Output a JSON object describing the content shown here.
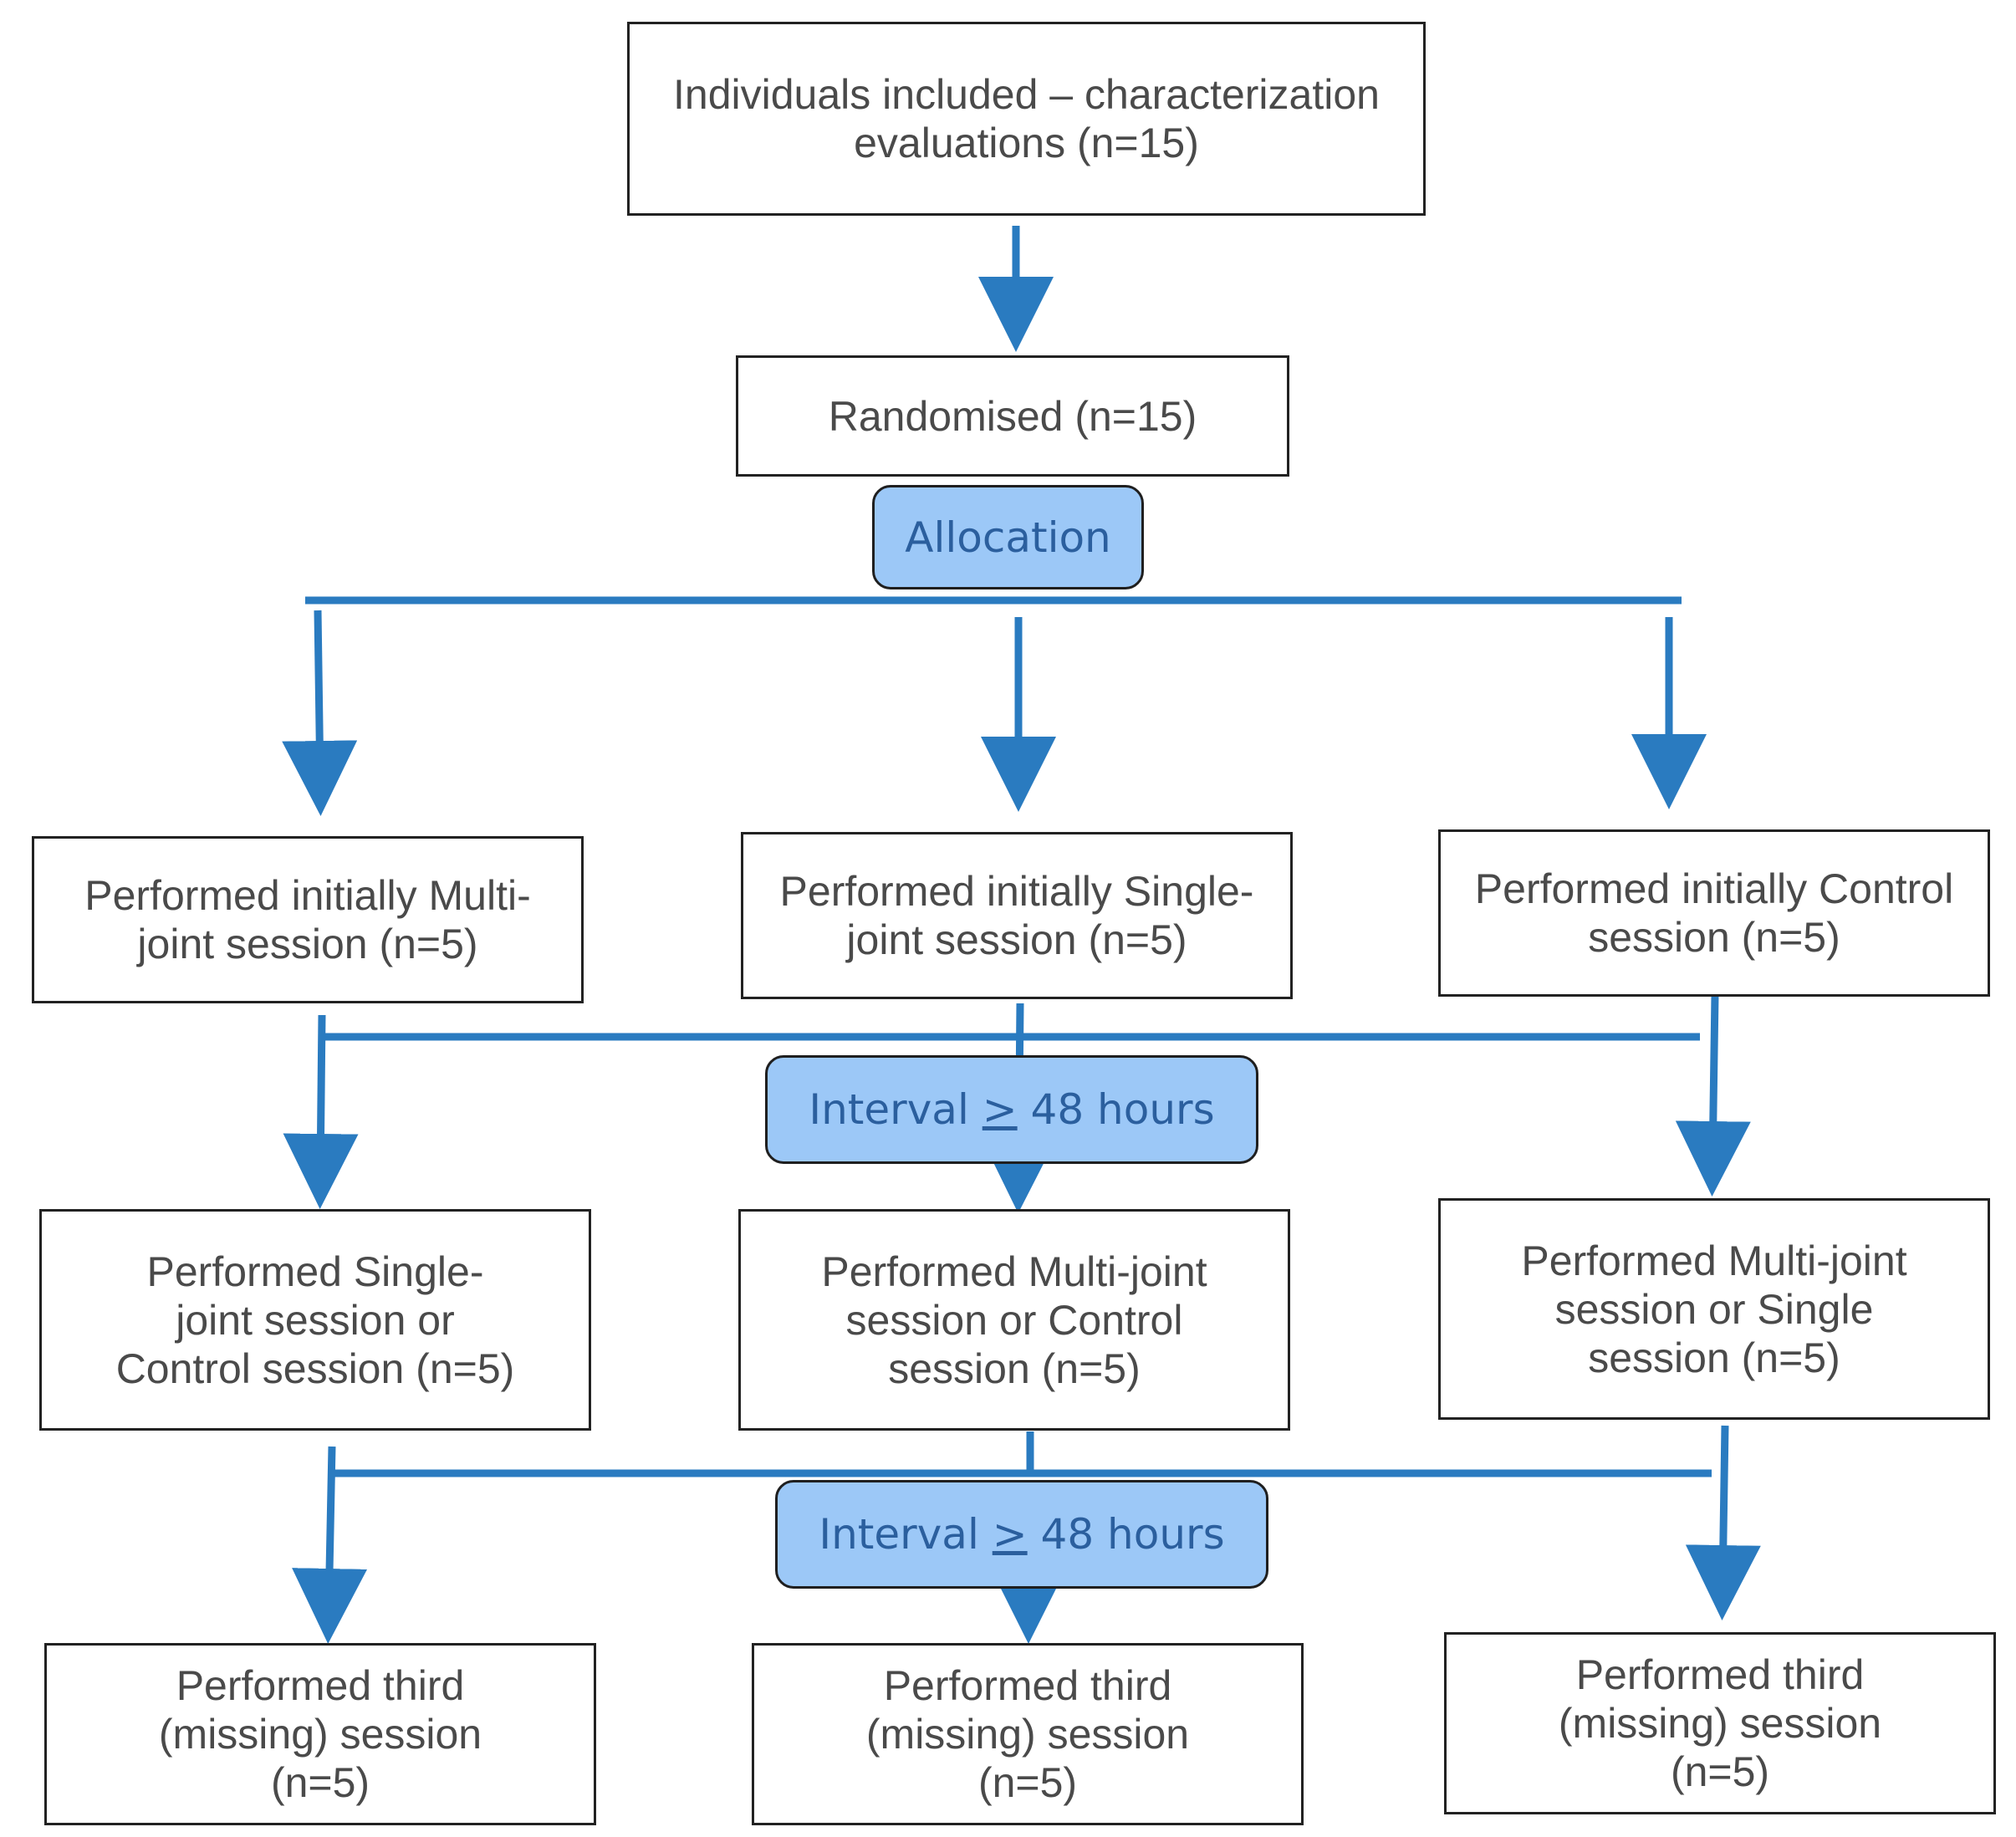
{
  "nodes": {
    "included": "Individuals included – characterization evaluations (n=15)",
    "randomised": "Randomised (n=15)",
    "init_multi": "Performed initially Multi-joint session (n=5)",
    "init_single": "Performed initially Single-joint session (n=5)",
    "init_control": "Performed initially Control session (n=5)",
    "second_left": "Performed Single-joint session or Control session (n=5)",
    "second_mid": "Performed Multi-joint session or Control session (n=5)",
    "second_right": "Performed Multi-joint session or Single session (n=5)",
    "third_left": "Performed third (missing) session (n=5)",
    "third_mid": "Performed third (missing) session (n=5)",
    "third_right": "Performed third (missing) session (n=5)"
  },
  "labels": {
    "allocation": "Allocation",
    "interval_prefix": "Interval ",
    "interval_symbol": ">",
    "interval_suffix": " 48 hours"
  },
  "colors": {
    "arrow": "#2a7bc0",
    "label_fill": "#9cc8f7",
    "label_text": "#2b5f9e"
  }
}
